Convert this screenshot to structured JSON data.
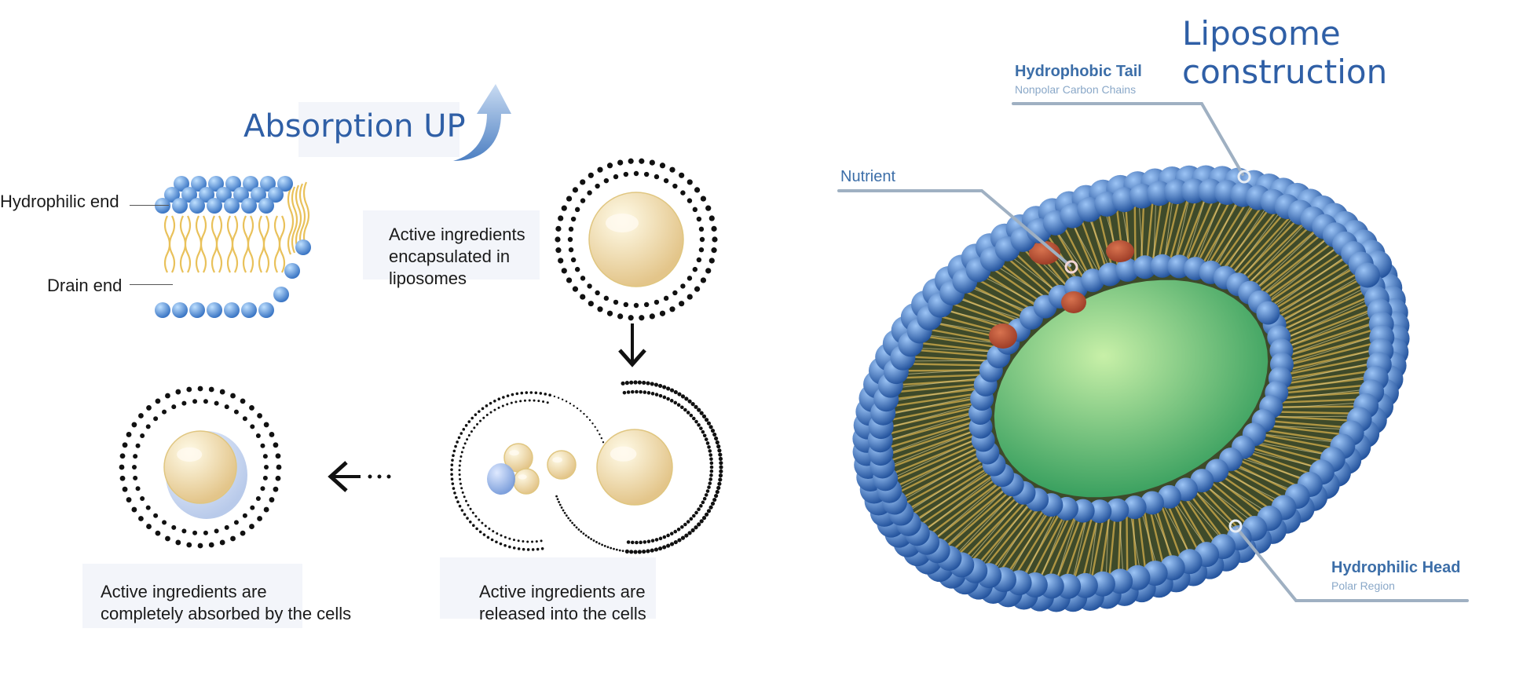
{
  "titles": {
    "absorption": "Absorption UP",
    "liposome": "Liposome construction"
  },
  "bilayer": {
    "hydrophilic_end": "Hydrophilic end",
    "drain_end": "Drain end"
  },
  "steps": {
    "encapsulated": [
      "Active ingredients",
      "encapsulated in",
      "liposomes"
    ],
    "released": [
      "Active ingredients are",
      "released into the cells"
    ],
    "absorbed": [
      "Active ingredients are",
      "completely absorbed by the cells"
    ]
  },
  "liposome": {
    "tail_title": "Hydrophobic Tail",
    "tail_sub": "Nonpolar Carbon Chains",
    "nutrient": "Nutrient",
    "head_title": "Hydrophilic Head",
    "head_sub": "Polar Region"
  },
  "colors": {
    "title_blue": "#2f5fa6",
    "head_blue": "#3a75c4",
    "tail_gold": "#e9c15a",
    "core_green": "#7cc36a",
    "nutrient_red": "#9a3a25"
  }
}
